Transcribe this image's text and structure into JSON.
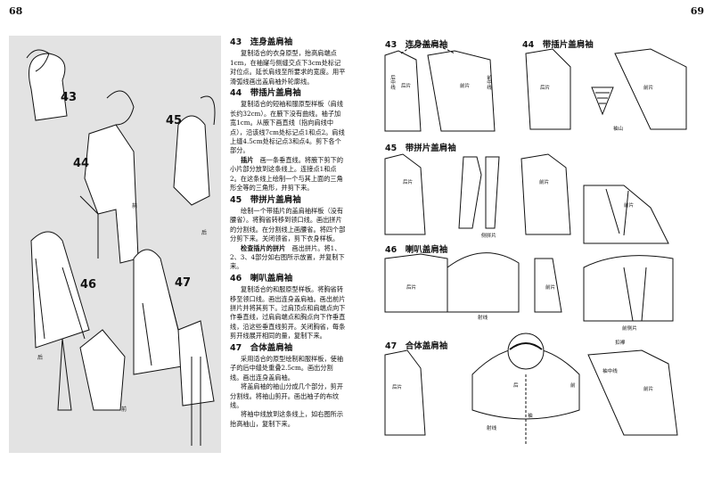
{
  "pages": {
    "left": "68",
    "right": "69"
  },
  "illus": {
    "fig43": "43",
    "fig44": "44",
    "fig45": "45",
    "fig46": "46",
    "fig47": "47",
    "back": "后",
    "front": "前",
    "front2": "前",
    "back2": "后"
  },
  "text": {
    "s43": {
      "title": "43　连身盖肩袖",
      "body": "复制适合的衣身原型，抬高肩端点1cm，在袖窿与侧缝交点下3cm处标记对位点。延长肩线至所要求的宽度。用平滑弧线画出盖肩袖外轮廓线。"
    },
    "s44": {
      "title": "44　带插片盖肩袖",
      "body": "复制适合的短袖和服原型样板（肩线长约32cm）。在腋下没有曲线。袖子加宽1cm。从腋下画直线（指向肩线中点），沿该线7cm处标记点1和点2。肩线上缝4.5cm处标记点3和点4。剪下各个部分。",
      "sub": "插片",
      "subbody": "画一条垂直线。将腋下剪下的小片部分放到这条线上。连接点1和点2。在这条线上绘制一个与其上面的三角形全等的三角形，并剪下来。"
    },
    "s45": {
      "title": "45　带拼片盖肩袖",
      "body": "绘制一个带插片的盖肩袖样板（没有腰省）。将胸省转移到领口线。画出拼片的分割线。在分割线上画腰省。将四个部分剪下来。关闭领省，剪下衣身样板。",
      "sub": "检查插片的拼片",
      "subbody": "画出拼片。将1、2、3、4部分如右图所示放置，并复制下来。"
    },
    "s46": {
      "title": "46　喇叭盖肩袖",
      "body": "复制适合的和服原型样板。将胸省转移至领口线。画出连身盖肩袖。画出前片拼片并将其剪下。过肩顶点和肩端点向下作垂直线，过肩肩端点和胸点向下作垂直线，沿这些垂直线剪开。关闭胸省，每条剪开线展开相同的量，复制下来。"
    },
    "s47": {
      "title": "47　合体盖肩袖",
      "body": "采用适合的原型绘制和服样板，使袖子的后中缝处重叠2.5cm。画出分割线。画出连身盖肩袖。",
      "sub2": "将盖肩袖的袖山分成几个部分，剪开分割线。将袖山剪开。画出袖子的布纹线。",
      "sub3": "将袖中线放到这条线上，如右图所示抬高袖山，复制下来。"
    }
  },
  "right": {
    "h43": "43　连身盖肩袖",
    "h44": "44　带插片盖肩袖",
    "h45": "45　带拼片盖肩袖",
    "h46": "46　喇叭盖肩袖",
    "h47": "47　合体盖肩袖",
    "back": "后片",
    "front": "前片",
    "cf": "前中线",
    "cb": "后中线",
    "side": "侧拼片",
    "front_side": "前侧片",
    "hem": "袖山",
    "sleeve": "袖",
    "shoot": "射线",
    "back_label": "后",
    "front_label": "前",
    "buttonhole": "扣襻",
    "sleevecenter": "袖中线"
  }
}
